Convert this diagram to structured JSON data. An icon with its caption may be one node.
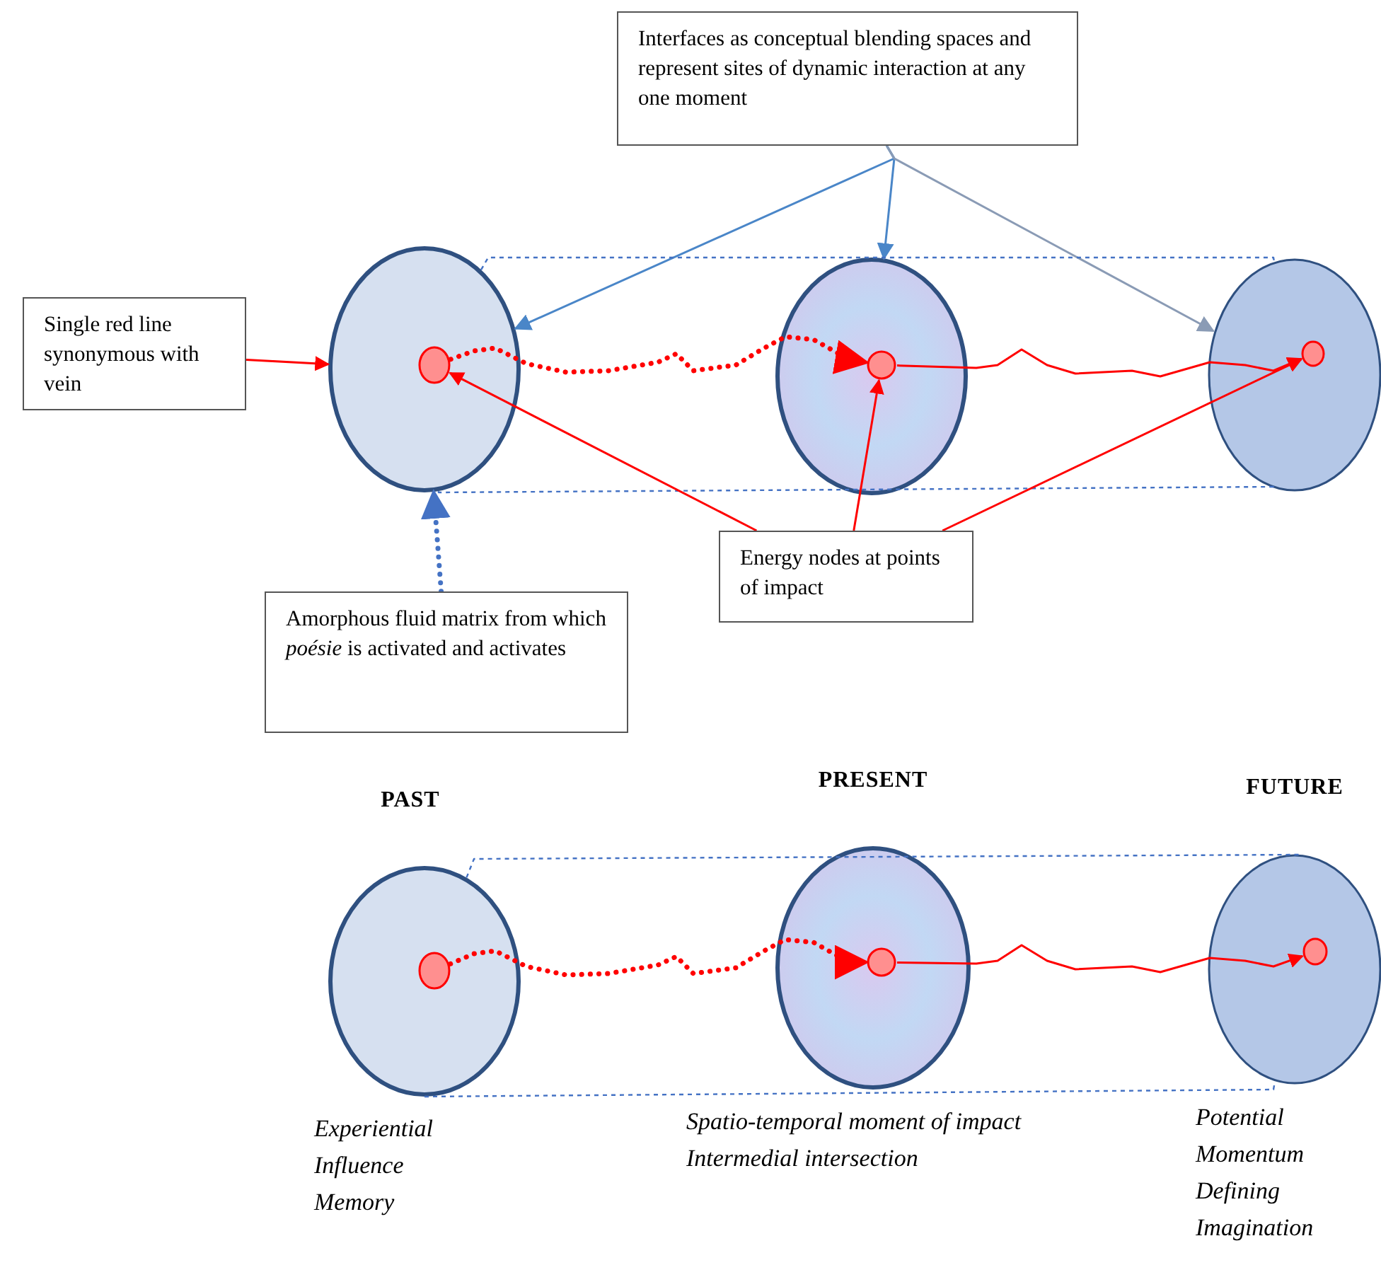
{
  "diagram": {
    "nodes": [
      {
        "text": [
          "Interfaces as conceptual blending spaces and represent sites of dynamic interaction at any one moment"
        ]
      },
      {
        "text": [
          "Single red line synonymous with vein"
        ]
      },
      {
        "text": [],
        "shape": "circle"
      },
      {
        "text": [],
        "shape": "circle",
        "in": 2
      },
      {
        "text": [],
        "shape": "circle"
      },
      {
        "text": [],
        "shape": "circle",
        "in": 4
      },
      {
        "text": [],
        "shape": "circle"
      },
      {
        "text": [],
        "shape": "circle",
        "in": 6
      },
      {
        "text": [
          "Amorphous fluid matrix from which *poésie* is activated and activates"
        ]
      },
      {
        "text": [
          "Energy nodes at points of impact"
        ]
      },
      {
        "text": [
          "PAST"
        ],
        "beside": [
          "Experiential",
          "Influence",
          "Memory"
        ]
      },
      {
        "text": [],
        "shape": "circle",
        "in": 10
      },
      {
        "text": [
          "PRESENT"
        ],
        "beside": [
          "Spatio-temporal moment of impact",
          "Intermedial intersection"
        ]
      },
      {
        "text": [],
        "shape": "circle",
        "in": 12
      },
      {
        "text": [
          "FUTURE"
        ],
        "beside": [
          "Potential",
          "Momentum",
          "Defining",
          "Imagination"
        ]
      },
      {
        "text": [],
        "shape": "circle",
        "in": 14
      }
    ],
    "edges": [
      {
        "from": 0,
        "to": 2,
        "arrow": "to",
        "color": "#4a86c8"
      },
      {
        "from": 0,
        "to": 4,
        "arrow": "to",
        "color": "#4a86c8"
      },
      {
        "from": 0,
        "to": 6,
        "arrow": "to",
        "color": "#8a9bb5"
      },
      {
        "from": 1,
        "to": 2,
        "arrow": "to"
      },
      {
        "from": 3,
        "to": 5,
        "arrow": "to",
        "style": "dashed"
      },
      {
        "from": 5,
        "to": 7,
        "arrow": "to"
      },
      {
        "from": 2,
        "to": 6,
        "arrow": "none",
        "style": "dashed",
        "color": "#4472c4"
      },
      {
        "from": 2,
        "to": 6,
        "arrow": "none",
        "style": "dashed",
        "color": "#4472c4"
      },
      {
        "from": 9,
        "to": 3,
        "arrow": "to"
      },
      {
        "from": 9,
        "to": 5,
        "arrow": "to"
      },
      {
        "from": 9,
        "to": 7,
        "arrow": "to"
      },
      {
        "from": 8,
        "to": 2,
        "arrow": "to",
        "style": "dashed",
        "color": "#4472c4"
      },
      {
        "from": 10,
        "to": 14,
        "arrow": "none",
        "style": "dashed",
        "color": "#4472c4"
      },
      {
        "from": 10,
        "to": 14,
        "arrow": "none",
        "style": "dashed",
        "color": "#4472c4"
      },
      {
        "from": 11,
        "to": 13,
        "arrow": "to",
        "style": "dashed"
      },
      {
        "from": 13,
        "to": 15,
        "arrow": "to"
      }
    ]
  }
}
